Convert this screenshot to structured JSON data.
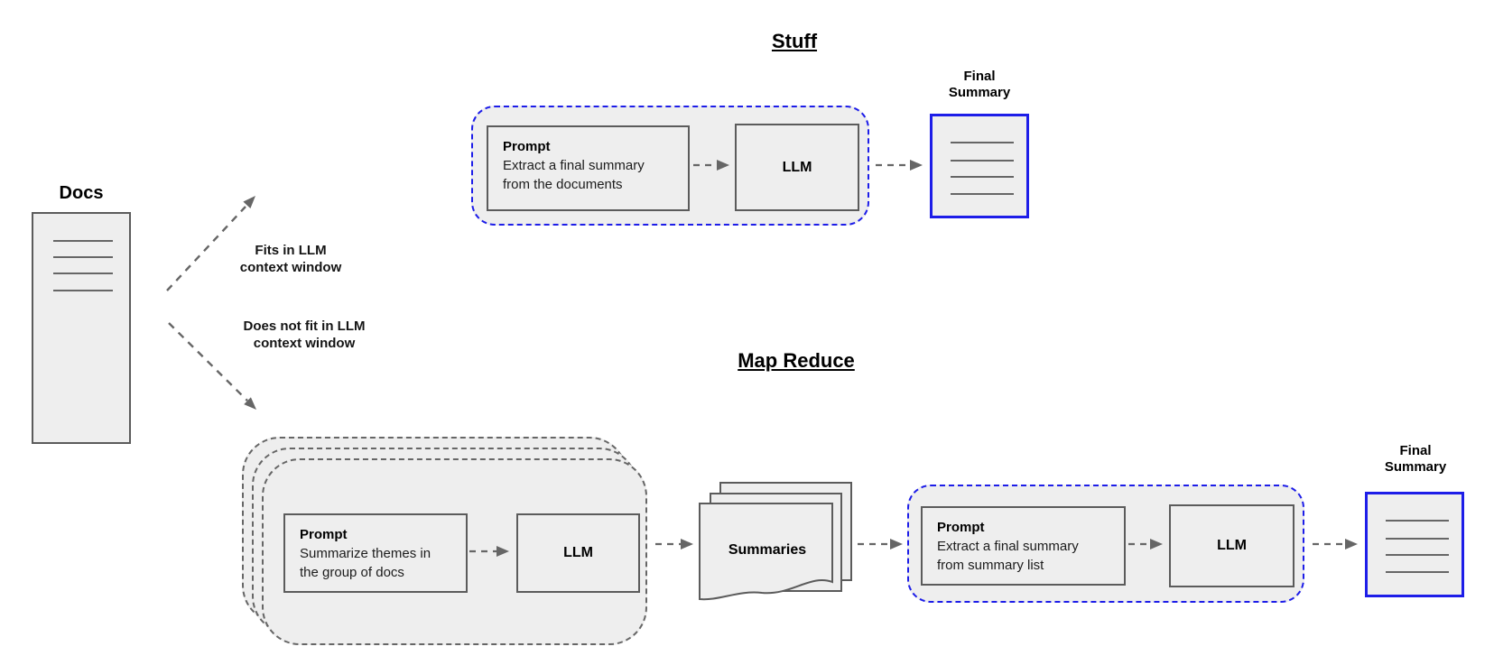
{
  "titles": {
    "stuff": "Stuff",
    "map_reduce": "Map Reduce"
  },
  "docs": {
    "label": "Docs"
  },
  "branch_labels": {
    "fits": {
      "line1": "Fits in LLM",
      "line2": "context window"
    },
    "does_not_fit": {
      "line1": "Does not fit in LLM",
      "line2": "context window"
    }
  },
  "stuff": {
    "prompt": {
      "heading": "Prompt",
      "body_line1": "Extract a final summary",
      "body_line2": "from the documents"
    },
    "llm": "LLM",
    "final_summary": {
      "line1": "Final",
      "line2": "Summary"
    }
  },
  "map_reduce": {
    "map_prompt": {
      "heading": "Prompt",
      "body_line1": "Summarize themes in",
      "body_line2": "the group of docs"
    },
    "map_llm": "LLM",
    "summaries": "Summaries",
    "reduce_prompt": {
      "heading": "Prompt",
      "body_line1": "Extract a final summary",
      "body_line2": "from summary list"
    },
    "reduce_llm": "LLM",
    "final_summary": {
      "line1": "Final",
      "line2": "Summary"
    }
  },
  "colors": {
    "accent_blue": "#1d1de8",
    "shape_fill": "#eeeeee",
    "border_gray": "#5b5b5b",
    "arrow_gray": "#666666"
  }
}
